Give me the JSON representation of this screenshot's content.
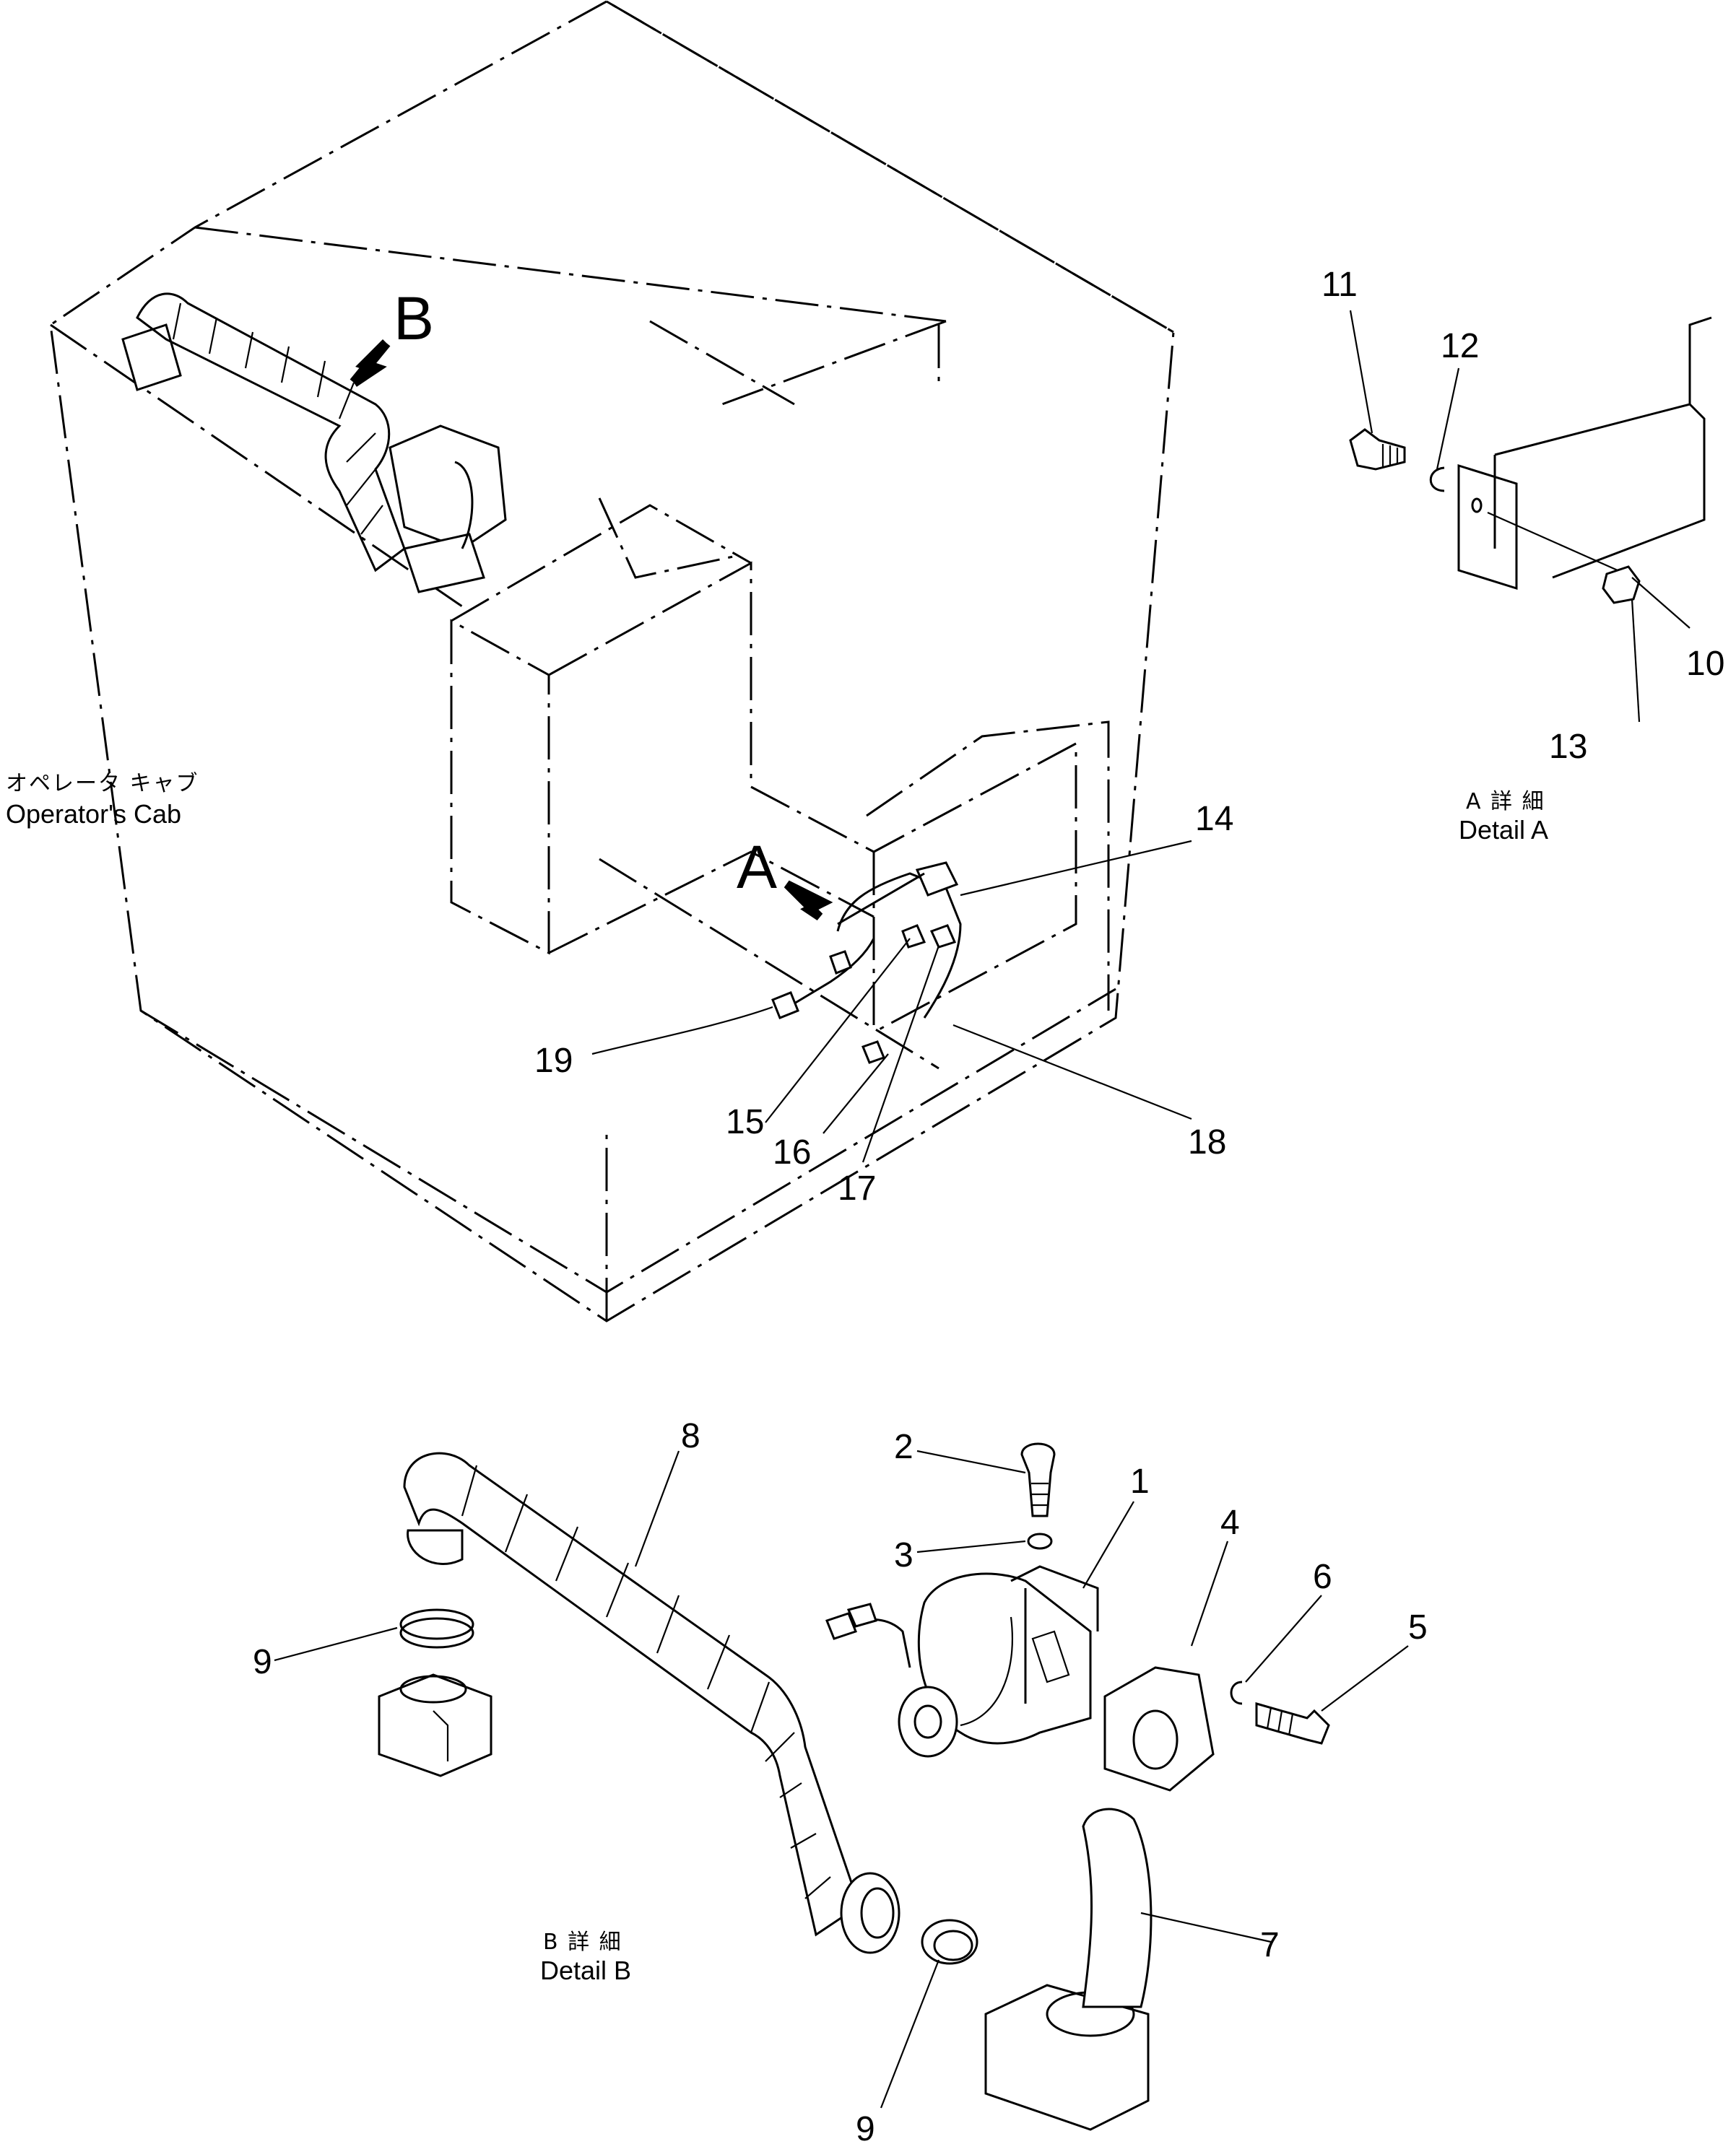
{
  "callouts": {
    "c1": "1",
    "c2": "2",
    "c3": "3",
    "c4": "4",
    "c5": "5",
    "c6": "6",
    "c7": "7",
    "c8": "8",
    "c9a": "9",
    "c9b": "9",
    "c10": "10",
    "c11": "11",
    "c12": "12",
    "c13": "13",
    "c14": "14",
    "c15": "15",
    "c16": "16",
    "c17": "17",
    "c18": "18",
    "c19": "19"
  },
  "arrows": {
    "a": "A",
    "b": "B"
  },
  "labels": {
    "cab_jp": "オペレータ キャブ",
    "cab_en": "Operator's Cab",
    "detail_a_jp": "A 詳 細",
    "detail_a_en": "Detail A",
    "detail_b_jp": "B 詳 細",
    "detail_b_en": "Detail B"
  }
}
